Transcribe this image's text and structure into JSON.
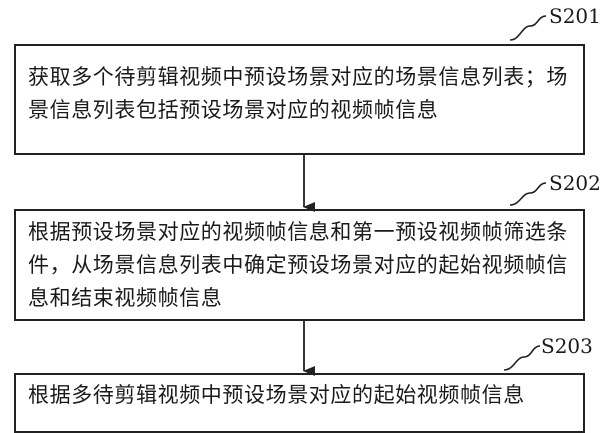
{
  "steps": [
    {
      "label": "S201",
      "text": "获取多个待剪辑视频中预设场景对应的场景信息列表；场景信息列表包括预设场景对应的视频帧信息"
    },
    {
      "label": "S202",
      "text": "根据预设场景对应的视频帧信息和第一预设视频帧筛选条件，从场景信息列表中确定预设场景对应的起始视频帧信息和结束视频帧信息"
    },
    {
      "label": "S203",
      "text": "根据多待剪辑视频中预设场景对应的起始视频帧信息"
    }
  ]
}
